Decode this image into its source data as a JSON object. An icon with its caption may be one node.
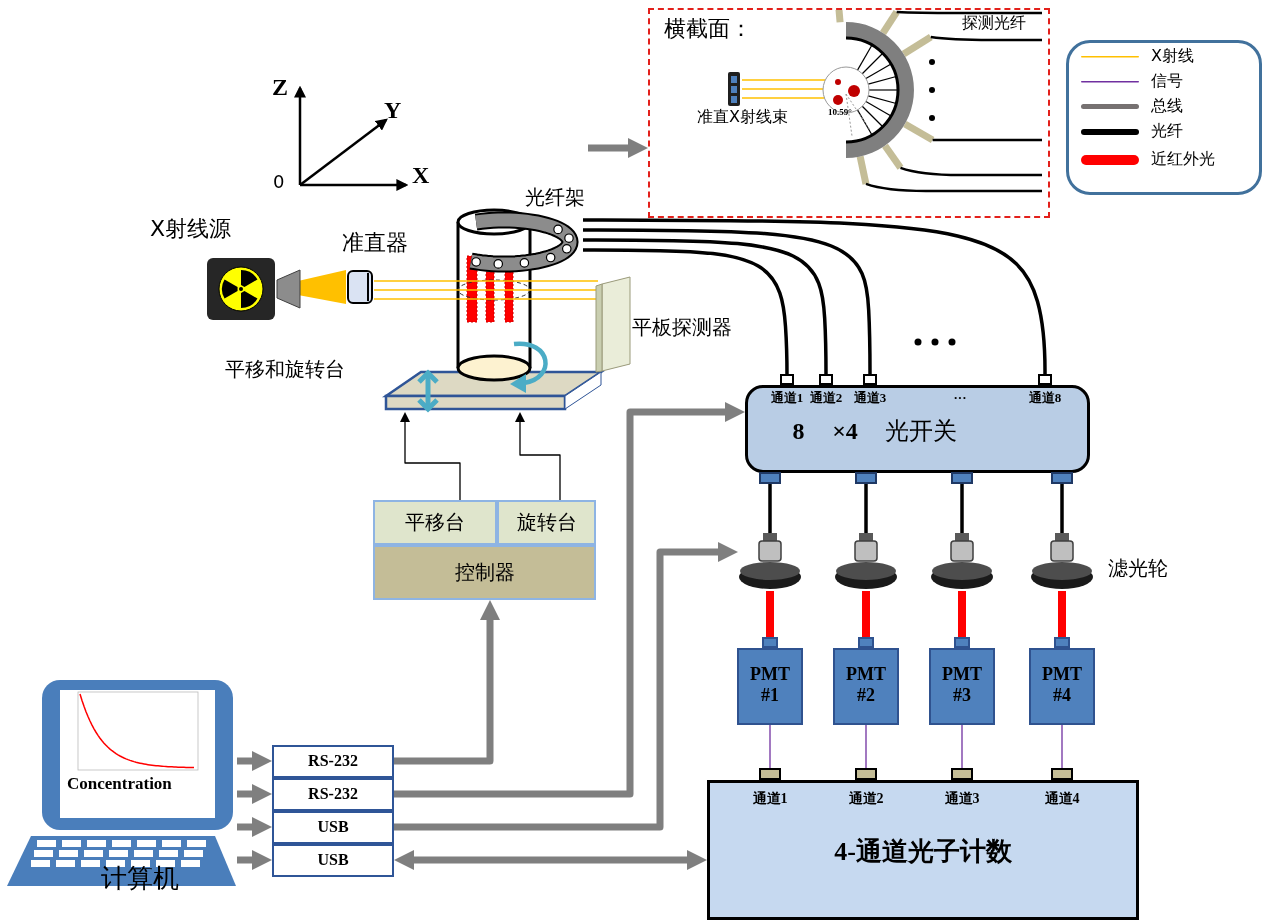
{
  "diagram": {
    "nodes": [
      {
        "text": [
          "横截面："
        ]
      },
      {
        "text": [
          "X射线源"
        ]
      },
      {
        "text": [
          "准直器"
        ]
      },
      {
        "text": [
          "光纤架"
        ]
      },
      {
        "text": [
          "平板探测器"
        ]
      },
      {
        "text": [
          "平移和旋转台"
        ]
      },
      {
        "text": [
          "通道1",
          "通道2",
          "通道3",
          "···",
          "通道8",
          "**8 ×4** 光开关"
        ]
      },
      {
        "text": [
          "平移台"
        ]
      },
      {
        "text": [
          "旋转台"
        ]
      },
      {
        "text": [
          "控制器"
        ]
      },
      {
        "text": [],
        "shape": "picture"
      },
      {
        "text": [],
        "shape": "picture"
      },
      {
        "text": [],
        "shape": "picture"
      },
      {
        "text": [],
        "shape": "picture",
        "beside": [
          "滤光轮"
        ]
      },
      {
        "text": [
          "PMT #1"
        ]
      },
      {
        "text": [
          "PMT #2"
        ]
      },
      {
        "text": [
          "PMT #3"
        ]
      },
      {
        "text": [
          "PMT #4"
        ]
      },
      {
        "text": [
          "通道1",
          "通道2",
          "通道3",
          "通道4",
          "4-通道光子计数"
        ]
      },
      {
        "text": [
          "Concentration",
          "计算机"
        ]
      },
      {
        "text": [
          "RS-232"
        ]
      },
      {
        "text": [
          "RS-232"
        ]
      },
      {
        "text": [
          "USB"
        ]
      },
      {
        "text": [
          "USB"
        ]
      }
    ],
    "edges": [
      {
        "from": null,
        "to": 0,
        "arrow": "to",
        "style": "thick",
        "color": "#7f7f7f"
      },
      {
        "from": 3,
        "to": 6,
        "arrow": "none"
      },
      {
        "from": 3,
        "to": 6,
        "arrow": "none"
      },
      {
        "from": 3,
        "to": 6,
        "arrow": "none"
      },
      {
        "from": 3,
        "to": 6,
        "arrow": "none"
      },
      {
        "from": 7,
        "to": 5,
        "arrow": "to"
      },
      {
        "from": 8,
        "to": 5,
        "arrow": "to"
      },
      {
        "from": 6,
        "to": 10,
        "arrow": "none"
      },
      {
        "from": 6,
        "to": 11,
        "arrow": "none"
      },
      {
        "from": 6,
        "to": 12,
        "arrow": "none"
      },
      {
        "from": 6,
        "to": 13,
        "arrow": "none"
      },
      {
        "from": 10,
        "to": 14,
        "arrow": "none",
        "style": "thick",
        "color": "#ff0000"
      },
      {
        "from": 11,
        "to": 15,
        "arrow": "none",
        "style": "thick",
        "color": "#ff0000"
      },
      {
        "from": 12,
        "to": 16,
        "arrow": "none",
        "style": "thick",
        "color": "#ff0000"
      },
      {
        "from": 13,
        "to": 17,
        "arrow": "none",
        "style": "thick",
        "color": "#ff0000"
      },
      {
        "from": 14,
        "to": 18,
        "arrow": "none",
        "color": "#7030a0"
      },
      {
        "from": 15,
        "to": 18,
        "arrow": "none",
        "color": "#7030a0"
      },
      {
        "from": 16,
        "to": 18,
        "arrow": "none",
        "color": "#7030a0"
      },
      {
        "from": 17,
        "to": 18,
        "arrow": "none",
        "color": "#7030a0"
      },
      {
        "from": 19,
        "to": 20,
        "arrow": "to",
        "style": "thick",
        "color": "#7f7f7f"
      },
      {
        "from": 19,
        "to": 21,
        "arrow": "to",
        "style": "thick",
        "color": "#7f7f7f"
      },
      {
        "from": 19,
        "to": 22,
        "arrow": "to",
        "style": "thick",
        "color": "#7f7f7f"
      },
      {
        "from": 19,
        "to": 23,
        "arrow": "to",
        "style": "thick",
        "color": "#7f7f7f"
      },
      {
        "from": 20,
        "to": 9,
        "arrow": "to",
        "style": "thick",
        "color": "#7f7f7f"
      },
      {
        "from": 21,
        "to": 6,
        "arrow": "to",
        "style": "thick",
        "color": "#7f7f7f"
      },
      {
        "from": 22,
        "to": 10,
        "arrow": "to",
        "style": "thick",
        "color": "#7f7f7f"
      },
      {
        "from": 23,
        "to": 18,
        "arrow": "both",
        "style": "thick",
        "color": "#7f7f7f"
      }
    ],
    "labels": [
      "Z",
      "Y",
      "X",
      "0",
      "准直X射线束",
      "10.59°",
      "探测光纤"
    ],
    "legend": [
      {
        "text": "X射线"
      },
      {
        "text": "信号"
      },
      {
        "text": "总线"
      },
      {
        "text": "光纤"
      },
      {
        "text": "近红外光"
      }
    ]
  }
}
